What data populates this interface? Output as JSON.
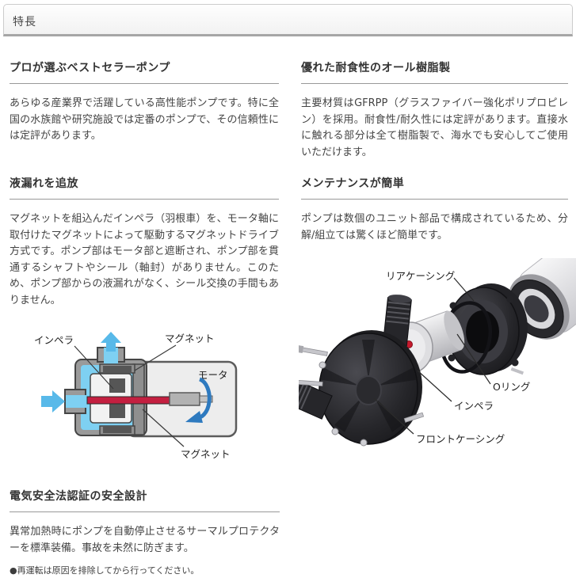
{
  "header": {
    "title": "特長"
  },
  "sections": {
    "bestseller": {
      "heading": "プロが選ぶベストセラーポンプ",
      "body": "あらゆる産業界で活躍している高性能ポンプです。特に全国の水族館や研究施設では定番のポンプで、その信頼性には定評があります。"
    },
    "resin": {
      "heading": "優れた耐食性のオール樹脂製",
      "body": "主要材質はGFRPP（グラスファイバー強化ポリプロピレン）を採用。耐食性/耐久性には定評があります。直接水に触れる部分は全て樹脂製で、海水でも安心してご使用いただけます。"
    },
    "leak": {
      "heading": "液漏れを追放",
      "body": "マグネットを組込んだインペラ（羽根車）を、モータ軸に取付けたマグネットによって駆動するマグネットドライブ方式です。ポンプ部はモータ部と遮断され、ポンプ部を貫通するシャフトやシール（軸封）がありません。このため、ポンプ部からの液漏れがなく、シール交換の手間もありません。"
    },
    "maintenance": {
      "heading": "メンテナンスが簡単",
      "body": "ポンプは数個のユニット部品で構成されているため、分解/組立ては驚くほど簡単です。"
    },
    "safety": {
      "heading": "電気安全法認証の安全設計",
      "body": "異常加熱時にポンプを自動停止させるサーマルプロテクターを標準装備。事故を未然に防ぎます。",
      "note": "●再運転は原因を排除してから行ってください。"
    }
  },
  "diagrams": {
    "cross_section": {
      "labels": {
        "impeller": "インペラ",
        "magnet_top": "マグネット",
        "motor": "モータ",
        "magnet_bottom": "マグネット"
      }
    },
    "exploded": {
      "labels": {
        "rear_casing": "リアケーシング",
        "o_ring": "Oリング",
        "impeller": "インペラ",
        "front_casing": "フロントケーシング"
      }
    }
  },
  "colors": {
    "water_blue": "#7ed0f2",
    "flow_arrow_blue": "#58b9e9",
    "shaft_red": "#c41f40",
    "rotation_arrow_blue": "#2e7abf",
    "divider_gray": "#999999",
    "casing_dark": "#2a2a2e"
  }
}
